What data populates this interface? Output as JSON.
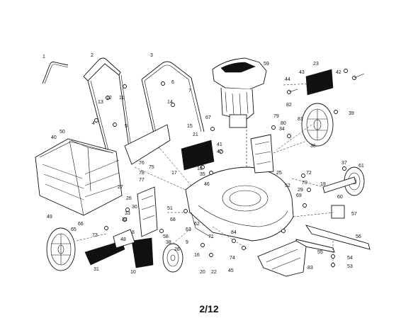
{
  "page_number": "2/12",
  "callouts": [
    "1",
    "2",
    "3",
    "4",
    "5",
    "6",
    "7",
    "8",
    "9",
    "10",
    "11",
    "12",
    "13",
    "14",
    "15",
    "16",
    "17",
    "18",
    "19",
    "20",
    "21",
    "22",
    "23",
    "25",
    "26",
    "27",
    "28",
    "29",
    "30",
    "31",
    "32",
    "33",
    "34",
    "35",
    "36",
    "37",
    "38",
    "39",
    "40",
    "41",
    "42",
    "43",
    "44",
    "45",
    "46",
    "47",
    "48",
    "49",
    "50",
    "51",
    "52",
    "53",
    "54",
    "55",
    "56",
    "57",
    "58",
    "59",
    "60",
    "61",
    "62",
    "63",
    "65",
    "66",
    "67",
    "68",
    "69",
    "70",
    "71",
    "72",
    "73",
    "74",
    "75",
    "76",
    "77",
    "78",
    "79",
    "80",
    "81",
    "82",
    "83",
    "84"
  ]
}
